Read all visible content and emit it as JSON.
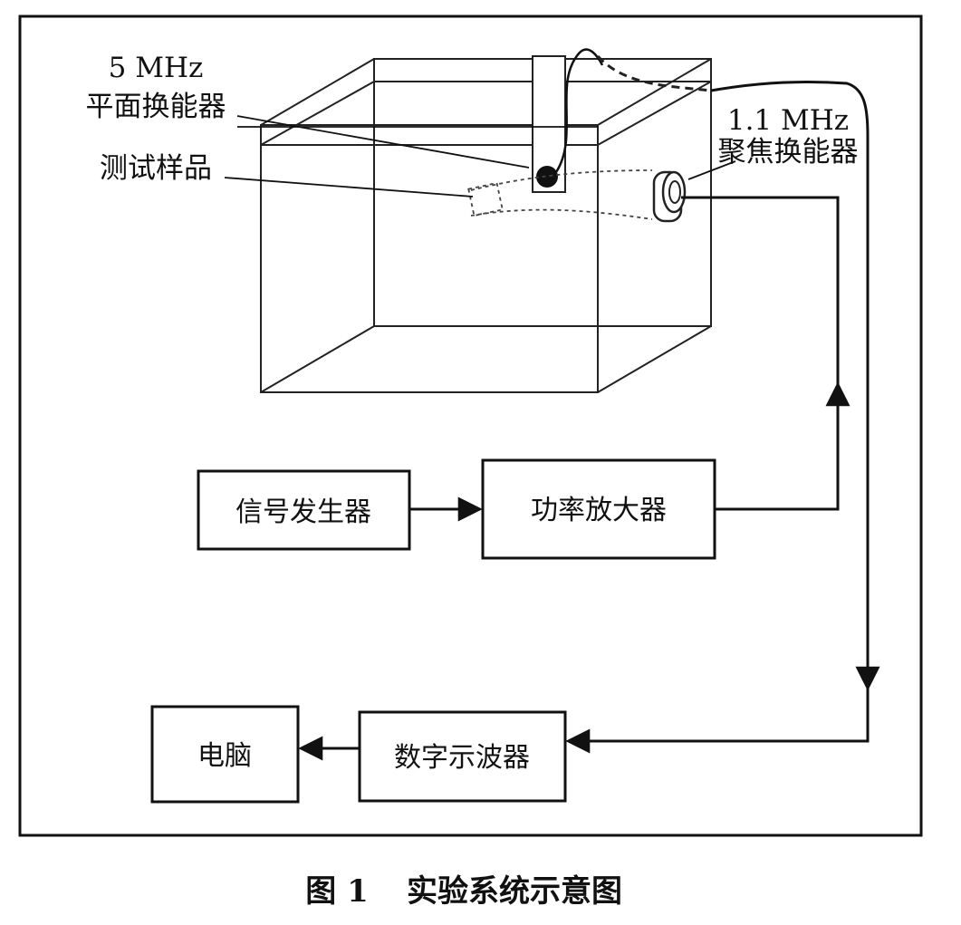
{
  "tank": {
    "planar_transducer_freq": "5 MHz",
    "planar_transducer_name": "平面换能器",
    "test_sample": "测试样品",
    "focused_transducer_freq": "1.1 MHz",
    "focused_transducer_name": "聚焦换能器"
  },
  "blocks": {
    "signal_generator": "信号发生器",
    "power_amplifier": "功率放大器",
    "oscilloscope": "数字示波器",
    "computer": "电脑"
  },
  "caption": {
    "figure_number": "图 1",
    "title": "实验系统示意图"
  },
  "colors": {
    "line": "#111111",
    "background": "#ffffff"
  }
}
